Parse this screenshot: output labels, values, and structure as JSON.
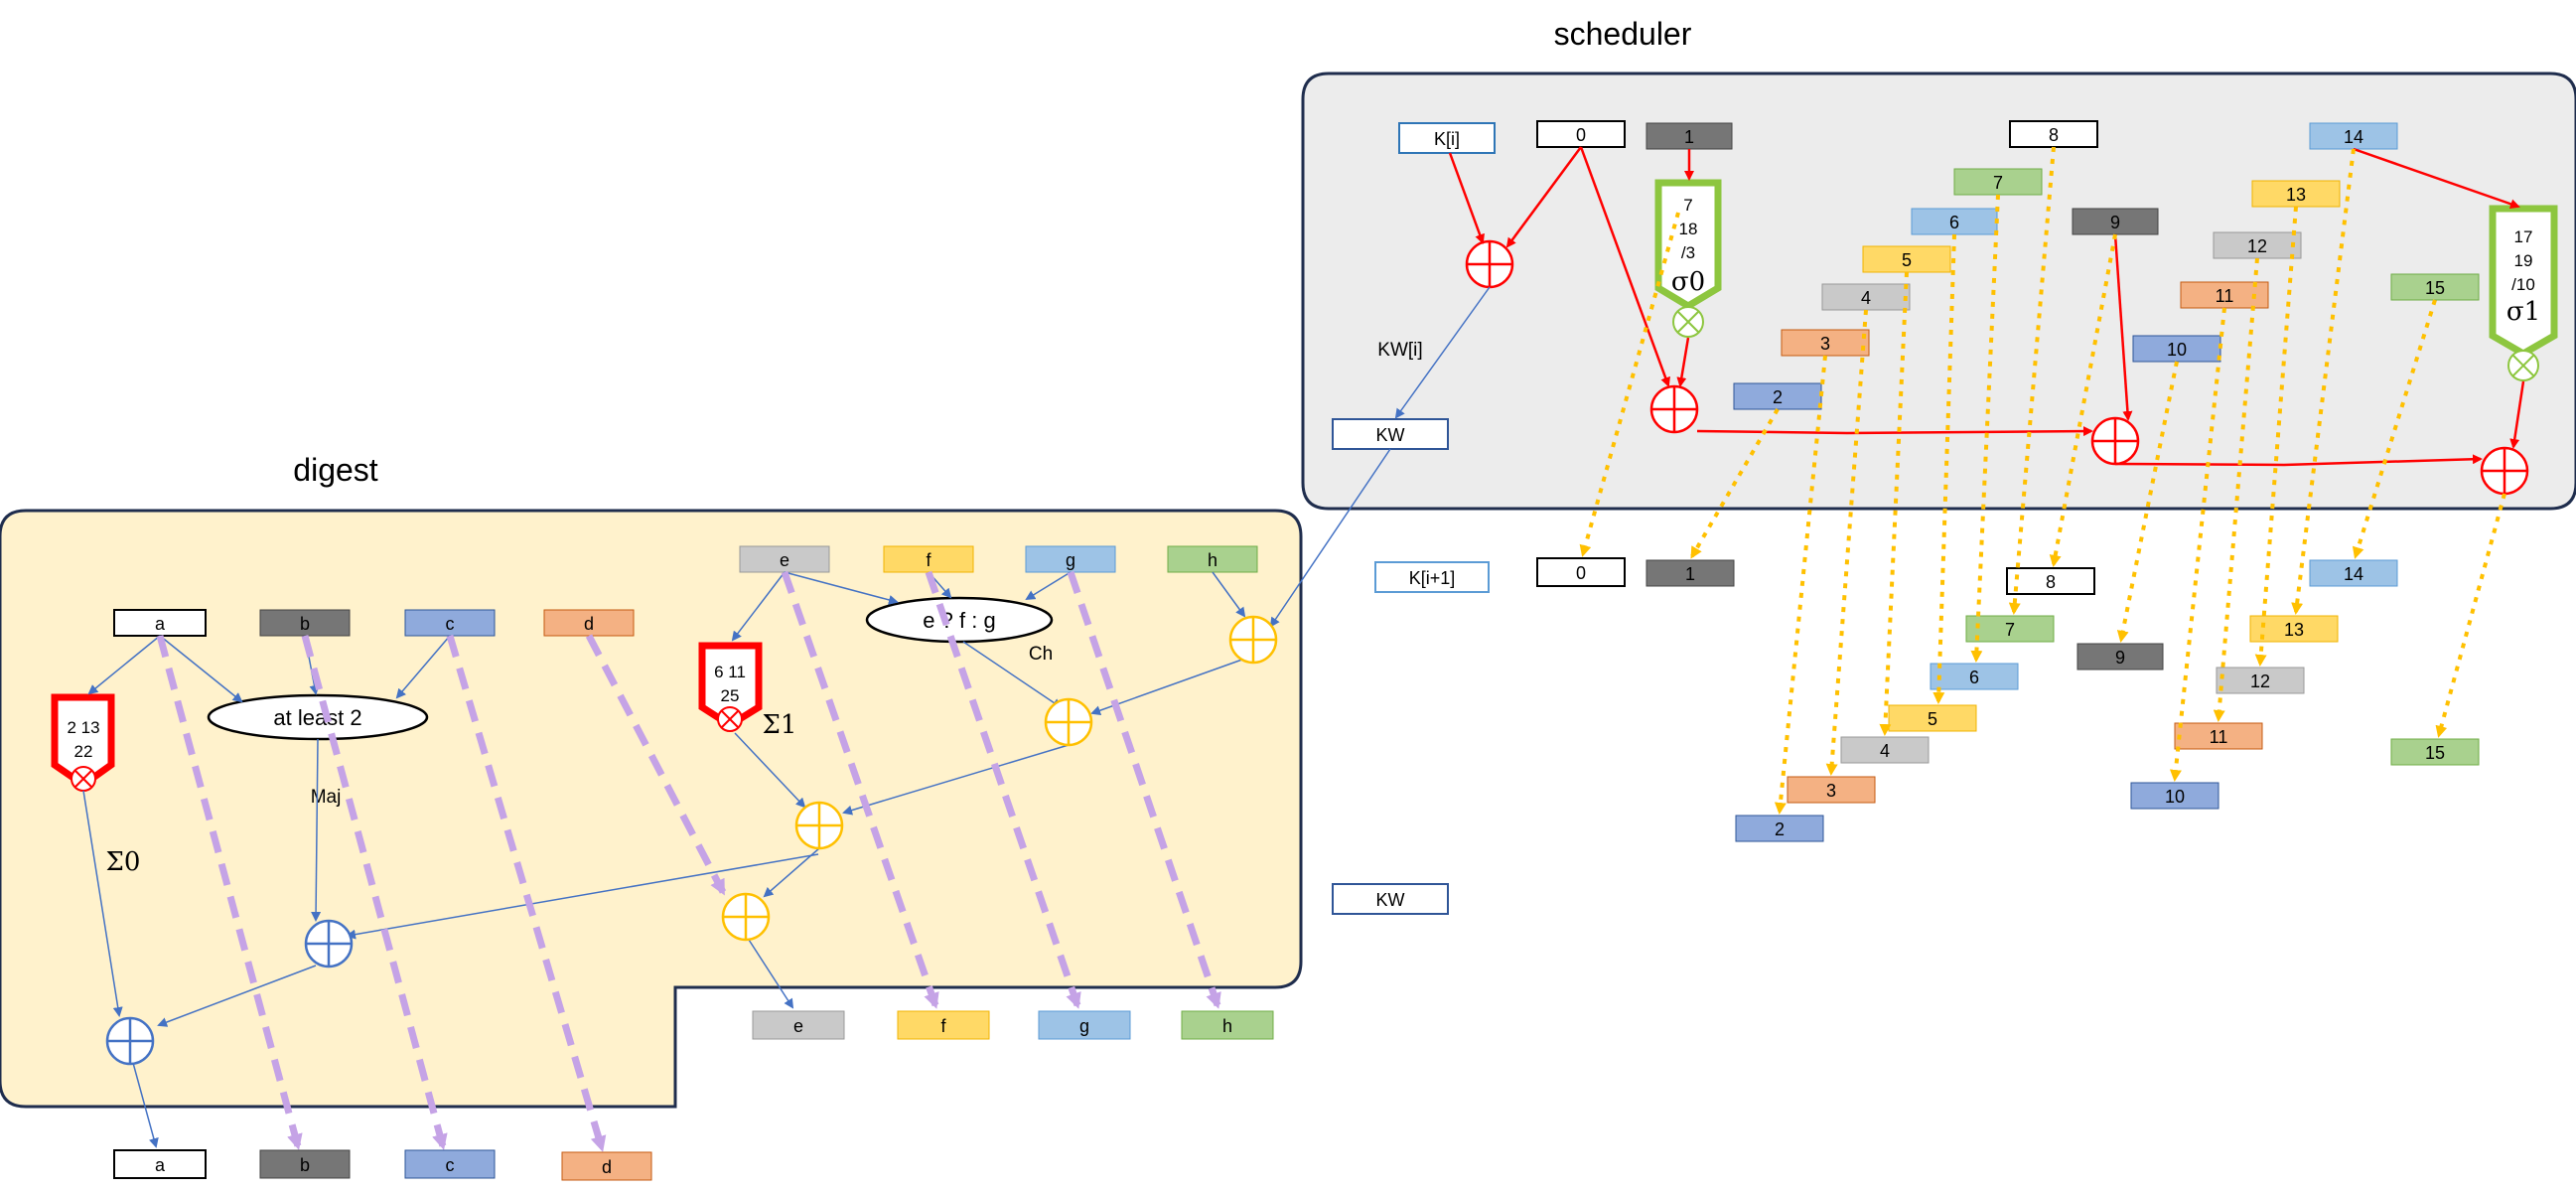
{
  "titles": {
    "scheduler": "scheduler",
    "digest": "digest"
  },
  "colors": {
    "white": "#ffffff",
    "dark": "#767676",
    "blue": "#8faadc",
    "orange": "#f4b183",
    "grey": "#c9c9c9",
    "yellow": "#ffd966",
    "lightblue": "#9dc3e6",
    "green": "#a9d18e",
    "arrow_red": "#ff0000",
    "arrow_blue": "#4472c4",
    "arrow_yellow": "#ffc000",
    "arrow_purple": "#c5a3e6",
    "sigma_green": "#8dc63f",
    "digest_fill": "#fff2cc",
    "scheduler_fill": "#ececec"
  },
  "scheduler": {
    "k_label": "K[i]",
    "kw_label": "KW[i]",
    "kw_box": "KW",
    "k_next_label": "K[i+1]",
    "words": [
      "0",
      "1",
      "2",
      "3",
      "4",
      "5",
      "6",
      "7",
      "8",
      "9",
      "10",
      "11",
      "12",
      "13",
      "14",
      "15"
    ],
    "next_words": [
      "0",
      "1",
      "2",
      "3",
      "4",
      "5",
      "6",
      "7",
      "8",
      "9",
      "10",
      "11",
      "12",
      "13",
      "14",
      "15"
    ],
    "sigma0": {
      "rot1": "7",
      "rot2": "18",
      "shift": "/3",
      "name": "σ0"
    },
    "sigma1": {
      "rot1": "17",
      "rot2": "19",
      "shift": "/10",
      "name": "σ1"
    }
  },
  "digest": {
    "inputs": [
      "a",
      "b",
      "c",
      "d",
      "e",
      "f",
      "g",
      "h"
    ],
    "outputs_top": [
      "e",
      "f",
      "g",
      "h"
    ],
    "outputs_bottom": [
      "a",
      "b",
      "c",
      "d"
    ],
    "maj_expr": "at least 2",
    "maj_label": "Maj",
    "ch_expr": "e ? f : g",
    "ch_label": "Ch",
    "Sigma0": {
      "rot1": "2",
      "rot2": "13",
      "rot3": "22",
      "name": "Σ0"
    },
    "Sigma1": {
      "rot1": "6",
      "rot2": "11",
      "rot3": "25",
      "name": "Σ1"
    },
    "kw_box": "KW"
  }
}
